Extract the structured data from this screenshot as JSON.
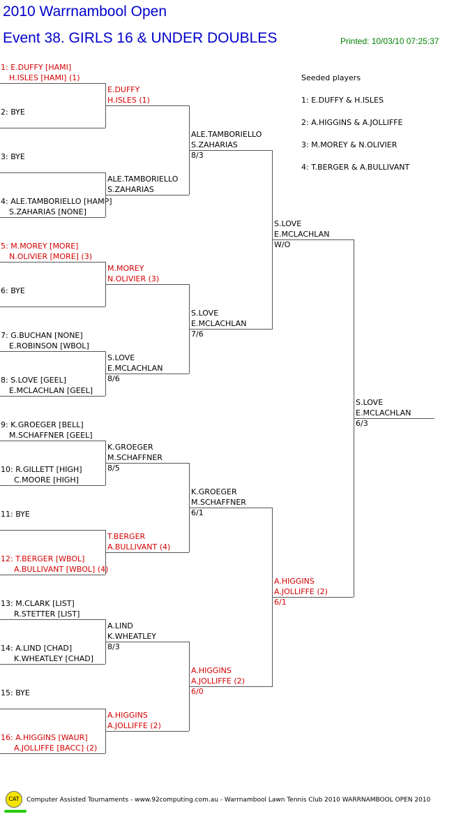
{
  "header": {
    "tournament": "2010 Warrnambool Open",
    "event": "Event 38. GIRLS 16 & UNDER DOUBLES",
    "printed": "Printed: 10/03/10 07:25:37"
  },
  "seeds": {
    "title": "Seeded players",
    "list": [
      "1: E.DUFFY & H.ISLES",
      "2: A.HIGGINS & A.JOLLIFFE",
      "3: M.MOREY & N.OLIVIER",
      "4: T.BERGER & A.BULLIVANT"
    ]
  },
  "draw": [
    {
      "a": "1: E.DUFFY [HAMI]",
      "b": "H.ISLES [HAMI] (1)",
      "seeded": true
    },
    {
      "a": "2: BYE",
      "b": "",
      "seeded": false
    },
    {
      "a": "3: BYE",
      "b": "",
      "seeded": false
    },
    {
      "a": "4: ALE.TAMBORIELLO [HAMP]",
      "b": "S.ZAHARIAS [NONE]",
      "seeded": false
    },
    {
      "a": "5: M.MOREY [MORE]",
      "b": "N.OLIVIER [MORE] (3)",
      "seeded": true
    },
    {
      "a": "6: BYE",
      "b": "",
      "seeded": false
    },
    {
      "a": "7: G.BUCHAN [NONE]",
      "b": "E.ROBINSON [WBOL]",
      "seeded": false
    },
    {
      "a": "8: S.LOVE [GEEL]",
      "b": "E.MCLACHLAN [GEEL]",
      "seeded": false
    },
    {
      "a": "9: K.GROEGER [BELL]",
      "b": "M.SCHAFFNER [GEEL]",
      "seeded": false
    },
    {
      "a": "10: R.GILLETT [HIGH]",
      "b": "C.MOORE [HIGH]",
      "seeded": false
    },
    {
      "a": "11: BYE",
      "b": "",
      "seeded": false
    },
    {
      "a": "12: T.BERGER [WBOL]",
      "b": "A.BULLIVANT [WBOL] (4)",
      "seeded": true
    },
    {
      "a": "13: M.CLARK [LIST]",
      "b": "R.STETTER [LIST]",
      "seeded": false
    },
    {
      "a": "14: A.LIND [CHAD]",
      "b": "K.WHEATLEY [CHAD]",
      "seeded": false
    },
    {
      "a": "15: BYE",
      "b": "",
      "seeded": false
    },
    {
      "a": "16: A.HIGGINS [WAUR]",
      "b": "A.JOLLIFFE [BACC] (2)",
      "seeded": true
    }
  ],
  "round2": [
    {
      "a": "E.DUFFY",
      "b": "H.ISLES (1)",
      "score": "",
      "seeded": true
    },
    {
      "a": "ALE.TAMBORIELLO",
      "b": "S.ZAHARIAS",
      "score": "",
      "seeded": false
    },
    {
      "a": "M.MOREY",
      "b": "N.OLIVIER (3)",
      "score": "",
      "seeded": true
    },
    {
      "a": "S.LOVE",
      "b": "E.MCLACHLAN",
      "score": "8/6",
      "seeded": false
    },
    {
      "a": "K.GROEGER",
      "b": "M.SCHAFFNER",
      "score": "8/5",
      "seeded": false
    },
    {
      "a": "T.BERGER",
      "b": "A.BULLIVANT (4)",
      "score": "",
      "seeded": true
    },
    {
      "a": "A.LIND",
      "b": "K.WHEATLEY",
      "score": "8/3",
      "seeded": false
    },
    {
      "a": "A.HIGGINS",
      "b": "A.JOLLIFFE (2)",
      "score": "",
      "seeded": true
    }
  ],
  "round3": [
    {
      "a": "ALE.TAMBORIELLO",
      "b": "S.ZAHARIAS",
      "score": "8/3",
      "seeded": false
    },
    {
      "a": "S.LOVE",
      "b": "E.MCLACHLAN",
      "score": "7/6",
      "seeded": false
    },
    {
      "a": "K.GROEGER",
      "b": "M.SCHAFFNER",
      "score": "6/1",
      "seeded": false
    },
    {
      "a": "A.HIGGINS",
      "b": "A.JOLLIFFE (2)",
      "score": "6/0",
      "seeded": true
    }
  ],
  "round4": [
    {
      "a": "S.LOVE",
      "b": "E.MCLACHLAN",
      "score": "W/O",
      "seeded": false
    },
    {
      "a": "A.HIGGINS",
      "b": "A.JOLLIFFE (2)",
      "score": "6/1",
      "seeded": true
    }
  ],
  "final": {
    "a": "S.LOVE",
    "b": "E.MCLACHLAN",
    "score": "6/3",
    "seeded": false
  },
  "footer": {
    "logo": "CAT",
    "left": "Computer Assisted Tournaments - www.92computing.com.au -  Warrnambool Lawn Tennis Club",
    "right": "2010 WARRNAMBOOL OPEN 2010"
  }
}
